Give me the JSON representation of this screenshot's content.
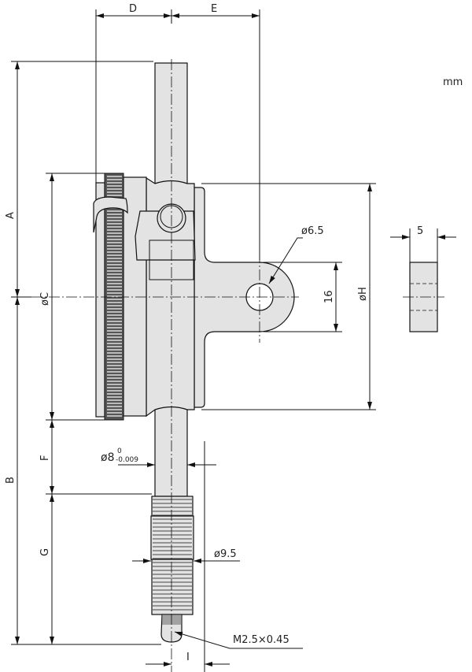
{
  "units": "mm",
  "dimensions": {
    "A": "A",
    "B": "B",
    "C": "øC",
    "D": "D",
    "E": "E",
    "F": "F",
    "G": "G",
    "H": "øH",
    "I": "I",
    "hole": "ø6.5",
    "lug_height": "16",
    "lug_thickness": "5",
    "stem": "ø8",
    "stem_tol_upper": "0",
    "stem_tol_lower": "-0.009",
    "sleeve": "ø9.5",
    "thread": "M2.5×0.45"
  }
}
